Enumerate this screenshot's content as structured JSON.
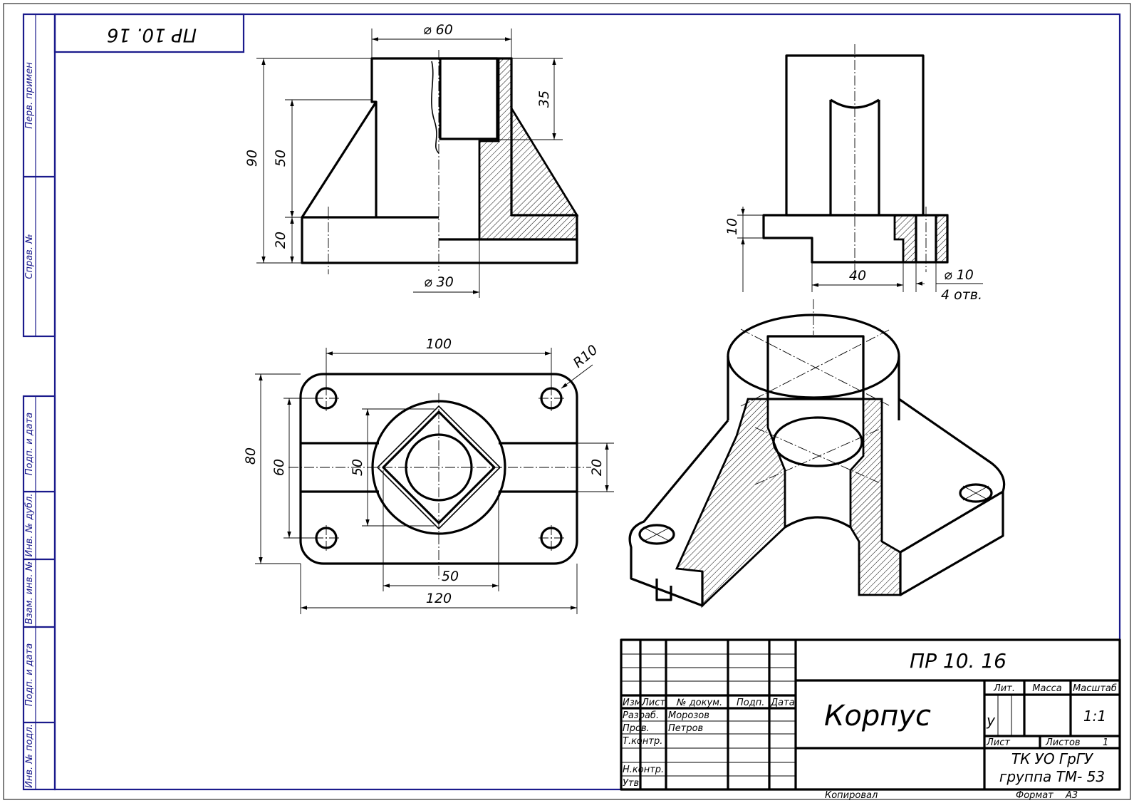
{
  "designation": "ПР 10. 16",
  "designation_corner": "ПР 10. 16",
  "part_name": "Корпус",
  "side_labels": [
    "Перв. примен",
    "Справ. №",
    "Подп. и дата",
    "Инв. № дубл.",
    "Взам. инв. №",
    "Подп. и дата",
    "Инв. № подл."
  ],
  "title_block": {
    "header": {
      "izm": "Изм.",
      "list": "Лист",
      "doc": "№ докум.",
      "sign": "Подп.",
      "date": "Дата"
    },
    "roles": {
      "developer": "Разраб.",
      "checker": "Пров.",
      "tcontrol": "Т.контр.",
      "ncontrol": "Н.контр.",
      "approved": "Утв."
    },
    "names": {
      "developer": "Морозов",
      "checker": "Петров"
    },
    "lit_label": "Лит.",
    "lit_value": "у",
    "mass_label": "Масса",
    "scale_label": "Масштаб",
    "scale_value": "1:1",
    "sheet_label": "Лист",
    "sheets_label": "Листов",
    "sheets_value": "1",
    "org_line1": "ТК УО ГрГУ",
    "org_line2": "группа ТМ- 53",
    "copied": "Копировал",
    "format_label": "Формат",
    "format_value": "А3"
  },
  "dimensions": {
    "front_bore": "⌀ 60",
    "front_35": "35",
    "front_90": "90",
    "front_50": "50",
    "front_20": "20",
    "front_d30": "⌀ 30",
    "side_10": "10",
    "side_40": "40",
    "side_d10": "⌀ 10",
    "side_holes": "4 отв.",
    "top_100": "100",
    "top_r10": "R10",
    "top_80": "80",
    "top_60": "60",
    "top_50v": "50",
    "top_20": "20",
    "top_50h": "50",
    "top_120": "120"
  }
}
